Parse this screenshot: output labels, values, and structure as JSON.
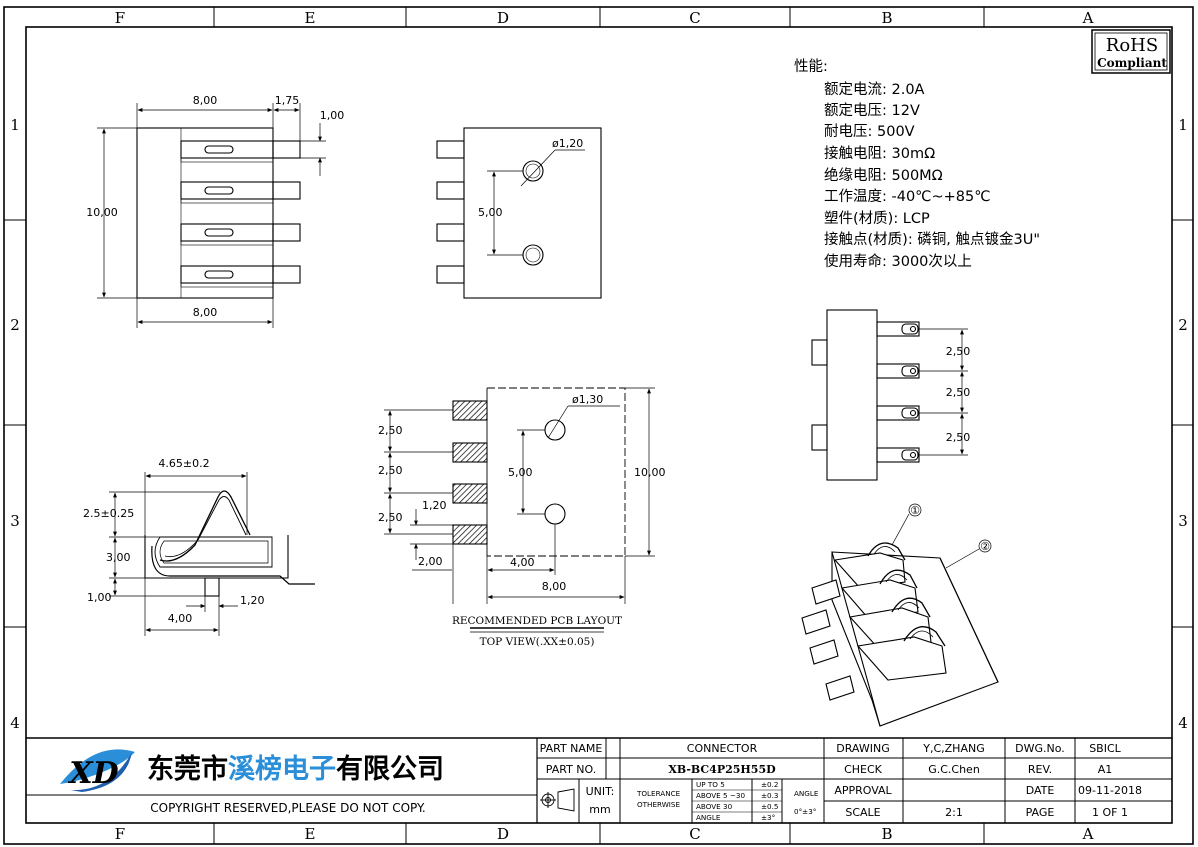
{
  "border": {
    "columns": [
      "F",
      "E",
      "D",
      "C",
      "B",
      "A"
    ],
    "rows": [
      "1",
      "2",
      "3",
      "4"
    ]
  },
  "rohs": {
    "line1": "RoHS",
    "line2": "Compliant"
  },
  "specs": {
    "heading": "性能:",
    "items": [
      "额定电流: 2.0A",
      "额定电压: 12V",
      "耐电压: 500V",
      "接触电阻: 30mΩ",
      "绝缘电阻: 500MΩ",
      "工作温度: -40℃~+85℃",
      "塑件(材质): LCP",
      "接触点(材质): 磷铜, 触点镀金3U\"",
      "使用寿命: 3000次以上"
    ]
  },
  "dims": {
    "front_top_width": "8,00",
    "front_pin_len": "1,75",
    "front_pin_w": "1,00",
    "front_height": "10,00",
    "front_bottom_width": "8,00",
    "back_hole_dia": "ø1,20",
    "back_hole_pitch": "5,00",
    "side_pitch_1": "2,50",
    "side_pitch_2": "2,50",
    "side_pitch_3": "2,50",
    "spring_width": "4.65±0.2",
    "spring_height": "2.5±0.25",
    "spring_body": "3,00",
    "spring_foot": "1,00",
    "spring_len": "4,00",
    "spring_tail": "1,20",
    "pcb_hole_dia": "ø1,30",
    "pcb_pitch_1": "2,50",
    "pcb_pitch_2": "2,50",
    "pcb_pitch_3": "2,50",
    "pcb_pad_w": "1,20",
    "pcb_pad_len": "2,00",
    "pcb_hole_pitch": "5,00",
    "pcb_height": "10,00",
    "pcb_offset": "4,00",
    "pcb_width": "8,00"
  },
  "pcb_title": "RECOMMENDED PCB LAYOUT",
  "pcb_subtitle": "TOP VIEW(.XX±0.05)",
  "callouts": {
    "one": "①",
    "two": "②"
  },
  "company": {
    "logo_text": "XD",
    "name_a": "东莞市",
    "name_b": "溪榜电子",
    "name_c": "有限公司",
    "copyright": "COPYRIGHT RESERVED,PLEASE DO NOT COPY."
  },
  "title_block": {
    "part_name_label": "PART NAME",
    "part_name": "CONNECTOR",
    "part_no_label": "PART NO.",
    "part_no": "XB-BC4P25H55D",
    "unit_label": "UNIT:",
    "unit": "mm",
    "tolerance_label": "TOLERANCE",
    "otherwise_label": "OTHERWISE",
    "tol_row1": "UP TO 5",
    "tol_row1_val": "±0.2",
    "tol_row2": "ABOVE 5 ~30",
    "tol_row2_val": "±0.3",
    "tol_row3": "ABOVE 30",
    "tol_row3_val": "±0.5",
    "angle_row": "ANGLE",
    "angle_row_val": "±3°",
    "angle_label": "ANGLE",
    "angle_val": "0°±3°",
    "drawing_label": "DRAWING",
    "drawing": "Y,C,ZHANG",
    "check_label": "CHECK",
    "check": "G.C.Chen",
    "approval_label": "APPROVAL",
    "approval": "",
    "scale_label": "SCALE",
    "scale": "2:1",
    "dwg_no_label": "DWG.No.",
    "dwg_no": "SBICL",
    "rev_label": "REV.",
    "rev": "A1",
    "date_label": "DATE",
    "date": "09-11-2018",
    "page_label": "PAGE",
    "page": "1 OF 1"
  }
}
